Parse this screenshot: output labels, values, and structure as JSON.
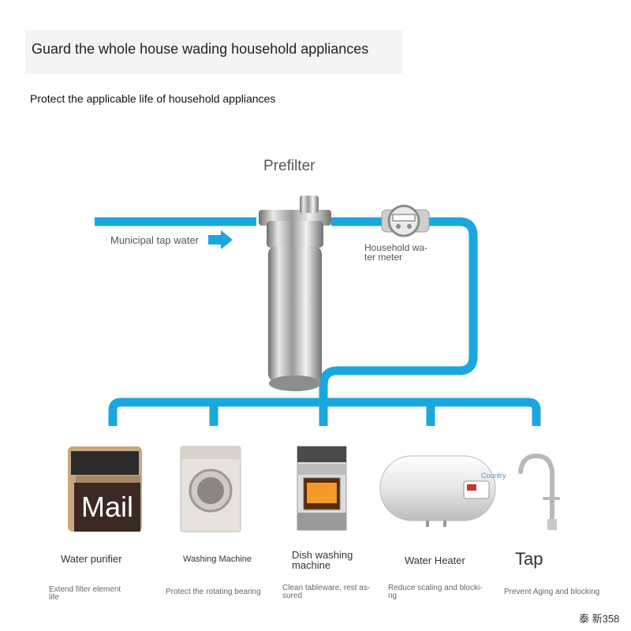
{
  "header": {
    "title": "Guard the whole house wading household appliances",
    "subtitle": "Protect the applicable life of household appliances"
  },
  "diagram": {
    "prefilter_label": "Prefilter",
    "inlet_label": "Municipal tap water",
    "meter_label_line1": "Household wa-",
    "meter_label_line2": "ter meter",
    "pipe_color": "#1aa7df"
  },
  "appliances": [
    {
      "name": "Water purifier",
      "desc_line1": "Extend filter element",
      "desc_line2": "life",
      "overlay": "Mail"
    },
    {
      "name": "Washing Machine",
      "desc_line1": "Protect the rotating bearing",
      "desc_line2": ""
    },
    {
      "name_line1": "Dish washing",
      "name_line2": "machine",
      "desc_line1": "Clean tableware, rest as-",
      "desc_line2": "sured"
    },
    {
      "name": "Water Heater",
      "desc_line1": "Reduce scaling and blocki-",
      "desc_line2": "ng",
      "badge": "Country"
    },
    {
      "name": "Tap",
      "desc_line1": "Prevent Aging and blocking",
      "desc_line2": ""
    }
  ],
  "watermark": "泰 新358"
}
